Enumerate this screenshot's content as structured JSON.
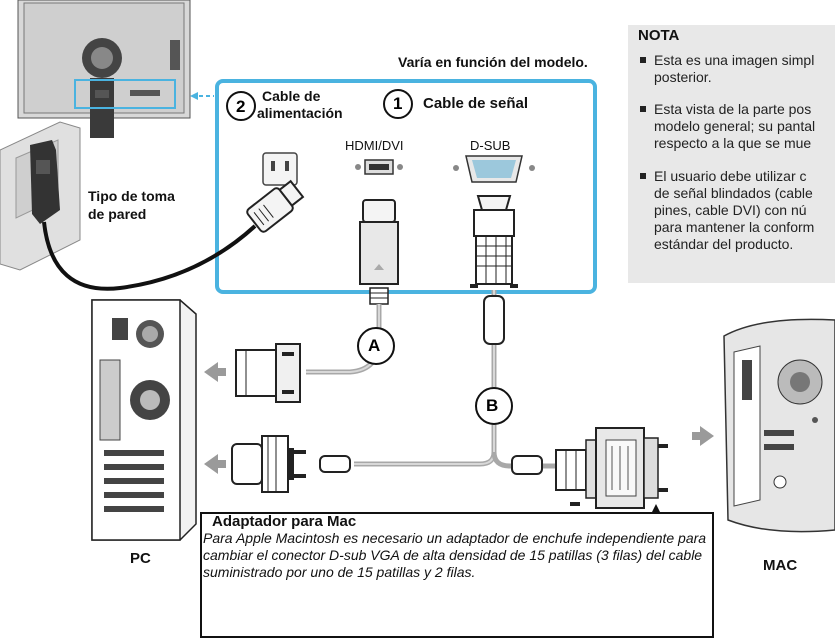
{
  "header": {
    "model_note": "Varía en función del modelo."
  },
  "ports": {
    "power_number": "2",
    "power_label_line1": "Cable de",
    "power_label_line2": "alimentación",
    "signal_number": "1",
    "signal_label": "Cable de señal",
    "hdmi_label": "HDMI/DVI",
    "dsub_label": "D-SUB"
  },
  "outlet": {
    "label_line1": "Tipo de toma",
    "label_line2": "de pared"
  },
  "cable_markers": {
    "a": "A",
    "b": "B"
  },
  "computers": {
    "pc_label": "PC",
    "mac_label": "MAC"
  },
  "nota": {
    "title": "NOTA",
    "items": [
      {
        "line1": "Esta es una imagen simpl",
        "line2": "posterior."
      },
      {
        "line1": "Esta vista de la parte pos",
        "line2": "modelo general; su pantal",
        "line3": "respecto a la que se mue"
      },
      {
        "line1": "El usuario debe utilizar c",
        "line2": "de señal blindados (cable",
        "line3": "pines, cable DVI) con nú",
        "line4": "para mantener la conform",
        "line5": "estándar del producto."
      }
    ]
  },
  "adapter": {
    "title": "Adaptador para Mac",
    "text": "Para Apple Macintosh es necesario un adaptador de enchufe independiente para cambiar el conector D-sub VGA de alta densidad de 15 patillas (3 filas) del cable suministrado por uno de 15 patillas y 2 filas."
  },
  "colors": {
    "accent_blue": "#4ab3e0",
    "nota_bg": "#e8e8e8",
    "arrow_gray": "#9a9a9a"
  }
}
